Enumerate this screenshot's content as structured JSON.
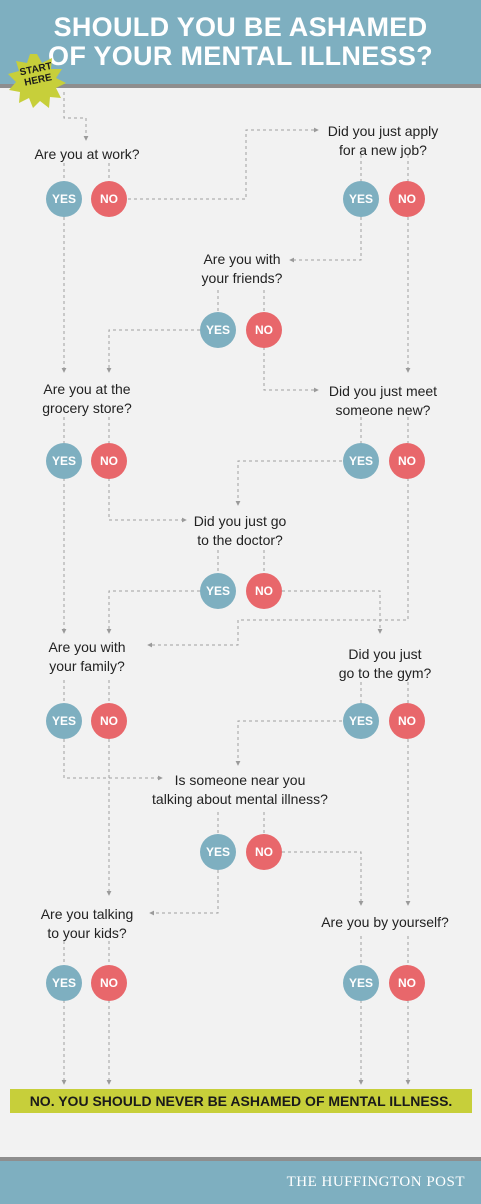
{
  "title": {
    "line1": "SHOULD YOU BE ASHAMED",
    "line2": "OF YOUR MENTAL ILLNESS?"
  },
  "start": {
    "line1": "START",
    "line2": "HERE"
  },
  "questions": {
    "work": {
      "line1": "Are you at work?",
      "line2": ""
    },
    "apply": {
      "line1": "Did you just apply",
      "line2": "for a new job?"
    },
    "friends": {
      "line1": "Are you with",
      "line2": "your friends?"
    },
    "grocery": {
      "line1": "Are you at the",
      "line2": "grocery store?"
    },
    "meet": {
      "line1": "Did you just meet",
      "line2": "someone new?"
    },
    "doctor": {
      "line1": "Did you just go",
      "line2": "to the doctor?"
    },
    "family": {
      "line1": "Are you with",
      "line2": "your family?"
    },
    "gym": {
      "line1": "Did you just",
      "line2": "go to the gym?"
    },
    "talking": {
      "line1": "Is someone near you",
      "line2": "talking about mental illness?"
    },
    "kids": {
      "line1": "Are you talking",
      "line2": "to your kids?"
    },
    "yourself": {
      "line1": "Are you by yourself?",
      "line2": ""
    }
  },
  "labels": {
    "yes": "YES",
    "no": "NO"
  },
  "answer": "NO. YOU SHOULD NEVER BE ASHAMED OF MENTAL ILLNESS.",
  "footer": "THE HUFFINGTON POST",
  "colors": {
    "header": "#7eafc0",
    "yes": "#7eafc0",
    "no": "#e8676b",
    "answer_bg": "#c7cf3a",
    "background": "#f2f2f2"
  }
}
